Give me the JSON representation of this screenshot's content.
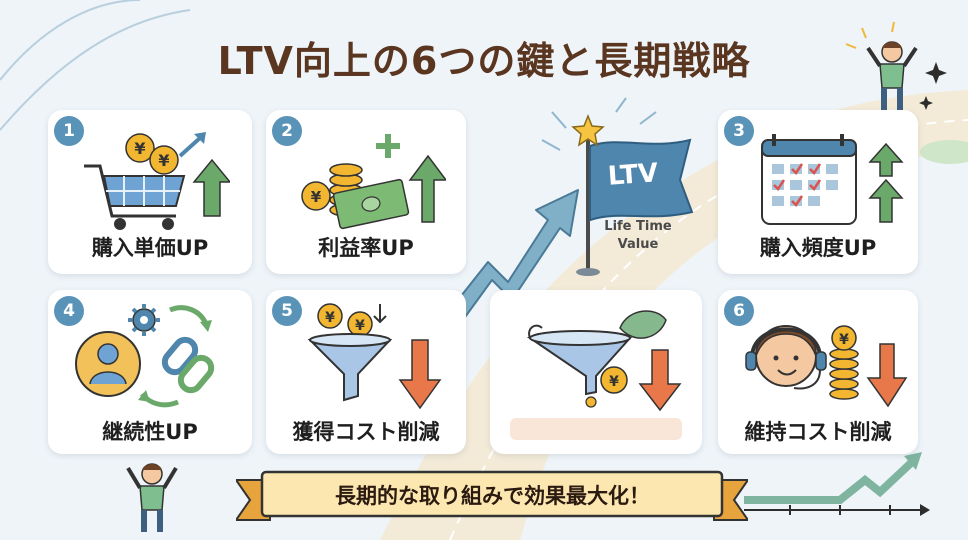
{
  "title": "LTV向上の6つの鍵と長期戦略",
  "flag": {
    "text": "LTV",
    "subtitle_line1": "Life Time",
    "subtitle_line2": "Value"
  },
  "cards": [
    {
      "number": "1",
      "label": "購入単価UP"
    },
    {
      "number": "2",
      "label": "利益率UP"
    },
    {
      "number": "3",
      "label": "購入頻度UP"
    },
    {
      "number": "4",
      "label": "継続性UP"
    },
    {
      "number": "5",
      "label": "獲得コスト削減"
    },
    {
      "number": "6",
      "label": "維持コスト削減"
    }
  ],
  "banner": "長期的な取り組みで効果最大化！",
  "colors": {
    "title": "#5a3620",
    "badge": "#5a93b8",
    "up_arrow": "#6aa96a",
    "down_arrow": "#e8784a",
    "flag": "#4f86ad",
    "road": "#f3e9d3",
    "coin": "#f2b630"
  },
  "icons": [
    "yen-coin-icon",
    "cart-icon",
    "up-arrow-icon",
    "cash-icon",
    "plus-icon",
    "calendar-icon",
    "gear-icon",
    "user-icon",
    "chain-icon",
    "funnel-icon",
    "down-arrow-icon",
    "headset-person-icon",
    "star-icon",
    "flag-icon",
    "person-cheering-icon"
  ]
}
